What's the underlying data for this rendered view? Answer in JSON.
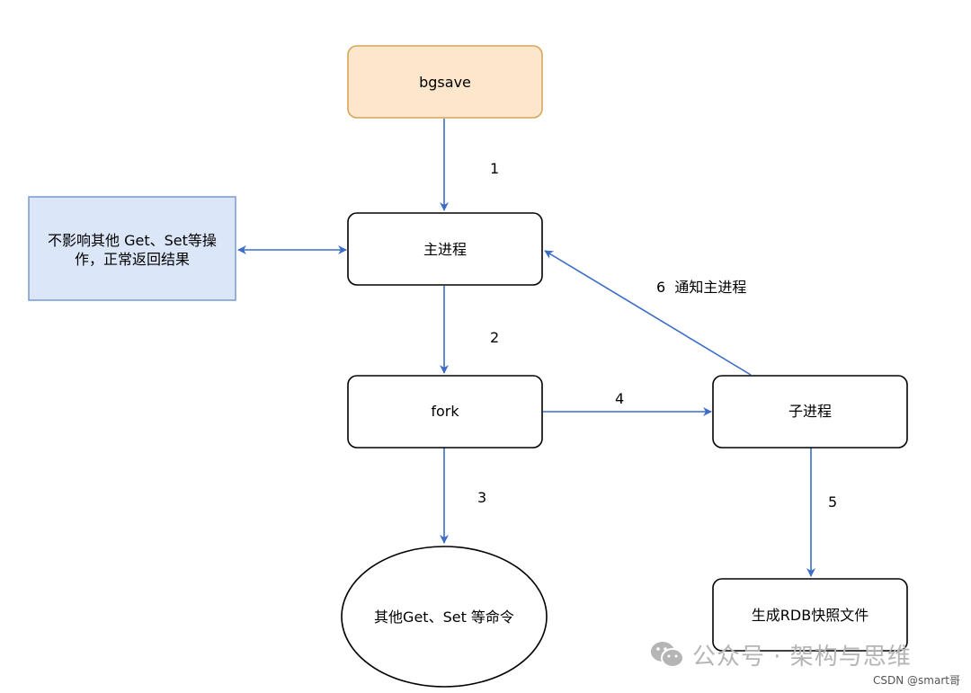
{
  "nodes": {
    "bgsave": "bgsave",
    "main_process": "主进程",
    "fork": "fork",
    "child_process": "子进程",
    "other_commands": "其他Get、Set 等命令",
    "rdb_snapshot": "生成RDB快照文件",
    "no_impact_line1": "不影响其他 Get、Set等操",
    "no_impact_line2": "作，正常返回结果"
  },
  "edges": {
    "e1": "1",
    "e2": "2",
    "e3": "3",
    "e4": "4",
    "e5": "5",
    "e6": "6  通知主进程"
  },
  "watermark": {
    "text": "公众号 · 架构与思维",
    "icon": "wechat-icon",
    "csdn": "CSDN @smart哥"
  },
  "colors": {
    "arrow": "#3b6dc7",
    "bgsave_fill": "#fce6cc",
    "bgsave_stroke": "#d6a55a",
    "note_fill": "#dbe7f8",
    "note_stroke": "#7f9fd0",
    "node_stroke": "#000000",
    "watermark": "#b5b5b5"
  }
}
